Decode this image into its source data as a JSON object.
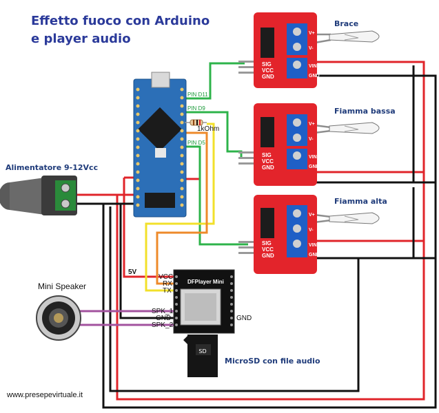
{
  "title_line1": "Effetto fuoco con Arduino",
  "title_line2": "e player audio",
  "website": "www.presepevirtuale.it",
  "labels": {
    "power": "Alimentatore 9-12Vcc",
    "speaker": "Mini Speaker",
    "microsd": "MicroSD con file audio",
    "five_v": "5V",
    "resistor": "1kOhm",
    "brace": "Brace",
    "fiamma_bassa": "Fiamma bassa",
    "fiamma_alta": "Fiamma alta",
    "gnd_right": "GND"
  },
  "arduino_pins": {
    "d11": "PIN D11",
    "d9": "PIN D9",
    "d5": "PIN D5"
  },
  "module_pins": {
    "sig": "SIG",
    "vcc": "VCC",
    "gnd": "GND",
    "vplus": "V+",
    "vminus": "V-",
    "vin": "VIN",
    "gnd2": "GND"
  },
  "player": {
    "name": "DFPlayer Mini",
    "vcc": "VCC",
    "rx": "RX",
    "tx": "TX",
    "spk1": "SPK_1",
    "gnd": "GND",
    "spk2": "SPK_2"
  },
  "colors": {
    "module_red": "#e3242b",
    "terminal_blue": "#1f5fc6",
    "arduino_blue": "#2c6fb7",
    "title_blue": "#2b3a9a"
  }
}
